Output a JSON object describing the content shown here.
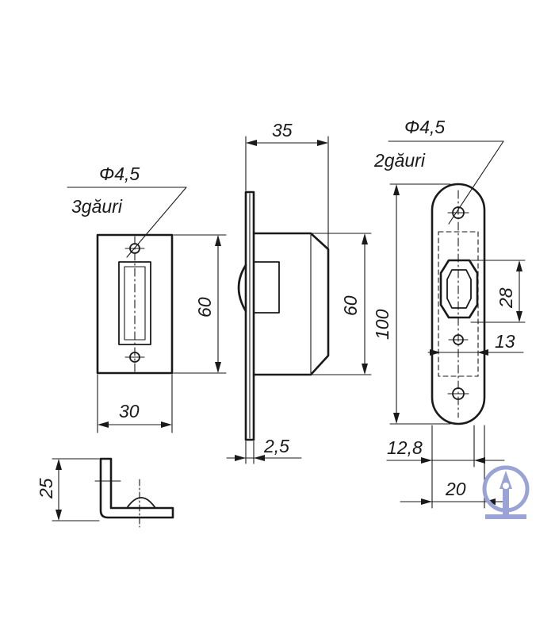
{
  "strike_plate": {
    "hole_note_diameter": "Φ4,5",
    "hole_note_count": "3găuri",
    "height": "60",
    "width": "30"
  },
  "latch_body": {
    "depth": "35",
    "height": "60",
    "plate_thickness": "2,5"
  },
  "face_plate": {
    "hole_note_diameter": "Φ4,5",
    "hole_note_count": "2găuri",
    "length": "100",
    "latch_height": "28",
    "latch_width": "13",
    "offset": "12,8",
    "width": "20"
  },
  "angle_bracket": {
    "height": "25"
  },
  "logo": {
    "icon": "shield-logo-icon",
    "color": "#9aa3d6"
  }
}
